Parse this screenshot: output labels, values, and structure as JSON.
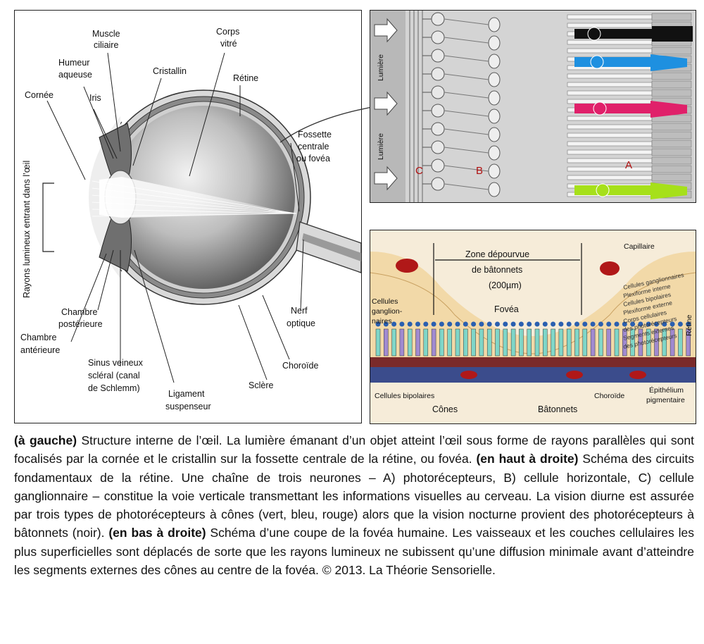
{
  "eye": {
    "muscle_ciliaire_1": "Muscle",
    "muscle_ciliaire_2": "ciliaire",
    "humeur_1": "Humeur",
    "humeur_2": "aqueuse",
    "cornee": "Cornée",
    "iris": "Iris",
    "cristallin": "Cristallin",
    "corps_vitre_1": "Corps",
    "corps_vitre_2": "vitré",
    "retine": "Rétine",
    "fossette_1": "Fossette",
    "fossette_2": "centrale",
    "fossette_3": "ou fovéa",
    "rayons": "Rayons lumineux entrant dans l’œil",
    "chambre_post_1": "Chambre",
    "chambre_post_2": "postérieure",
    "chambre_ant_1": "Chambre",
    "chambre_ant_2": "antérieure",
    "sinus_1": "Sinus veineux",
    "sinus_2": "scléral (canal",
    "sinus_3": "de Schlemm)",
    "ligament_1": "Ligament",
    "ligament_2": "suspenseur",
    "sclere": "Sclère",
    "choroide": "Choroïde",
    "nerf_1": "Nerf",
    "nerf_2": "optique"
  },
  "retina": {
    "lumiere_top": "Lumière",
    "lumiere_bottom": "Lumière",
    "label_a": "A",
    "label_b": "B",
    "label_c": "C",
    "colors": {
      "rod": "#111111",
      "cone_blue": "#1e90e0",
      "cone_red": "#e0206a",
      "cone_green": "#a6e01a"
    }
  },
  "fovea": {
    "zone_1": "Zone dépourvue",
    "zone_2": "de bâtonnets",
    "zone_3": "(200µm)",
    "fovea": "Fovéa",
    "capillaire": "Capillaire",
    "cellules_gang_1": "Cellules",
    "cellules_gang_2": "ganglion-",
    "cellules_gang_3": "naires",
    "cellules_bipolaires": "Cellules bipolaires",
    "cones": "Cônes",
    "batonnets": "Bâtonnets",
    "choroide": "Choroïde",
    "epithelium_1": "Épithélium",
    "epithelium_2": "pigmentaire",
    "retine": "Rétine",
    "layers": [
      "Cellules ganglionnaires",
      "Plexiforme interne",
      "Cellules bipolaires",
      "Plexiforme externe",
      "Corps cellulaires",
      "des photorécepteurs",
      "Segments externes",
      "des photorécepteurs"
    ]
  },
  "caption": {
    "p1_bold": "(à gauche)",
    "p1_text": " Structure interne de l’œil. La lumière émanant d’un objet atteint l’œil sous forme de rayons parallèles qui sont focalisés par la cornée et le cristallin sur la fossette centrale de la rétine, ou fovéa. ",
    "p2_bold": "(en haut à droite)",
    "p2_text": " Schéma des circuits fondamentaux de la rétine. Une chaîne de trois neurones – A) photorécepteurs, B) cellule horizontale, C) cellule ganglionnaire – constitue la voie verticale transmettant les informations visuelles au cerveau. La vision diurne est assurée par trois types de photorécepteurs à cônes (vert,  bleu, rouge) alors que la vision nocturne provient des photorécepteurs à bâtonnets (noir). ",
    "p3_bold": "(en bas à droite)",
    "p3_text": " Schéma d’une coupe de la fovéa humaine. Les vaisseaux et les couches cellulaires les plus superficielles sont déplacés de sorte que les rayons lumineux ne subissent qu’une diffusion minimale avant d’atteindre les segments externes des cônes au centre de la fovéa. © 2013. La Théorie Sensorielle."
  }
}
